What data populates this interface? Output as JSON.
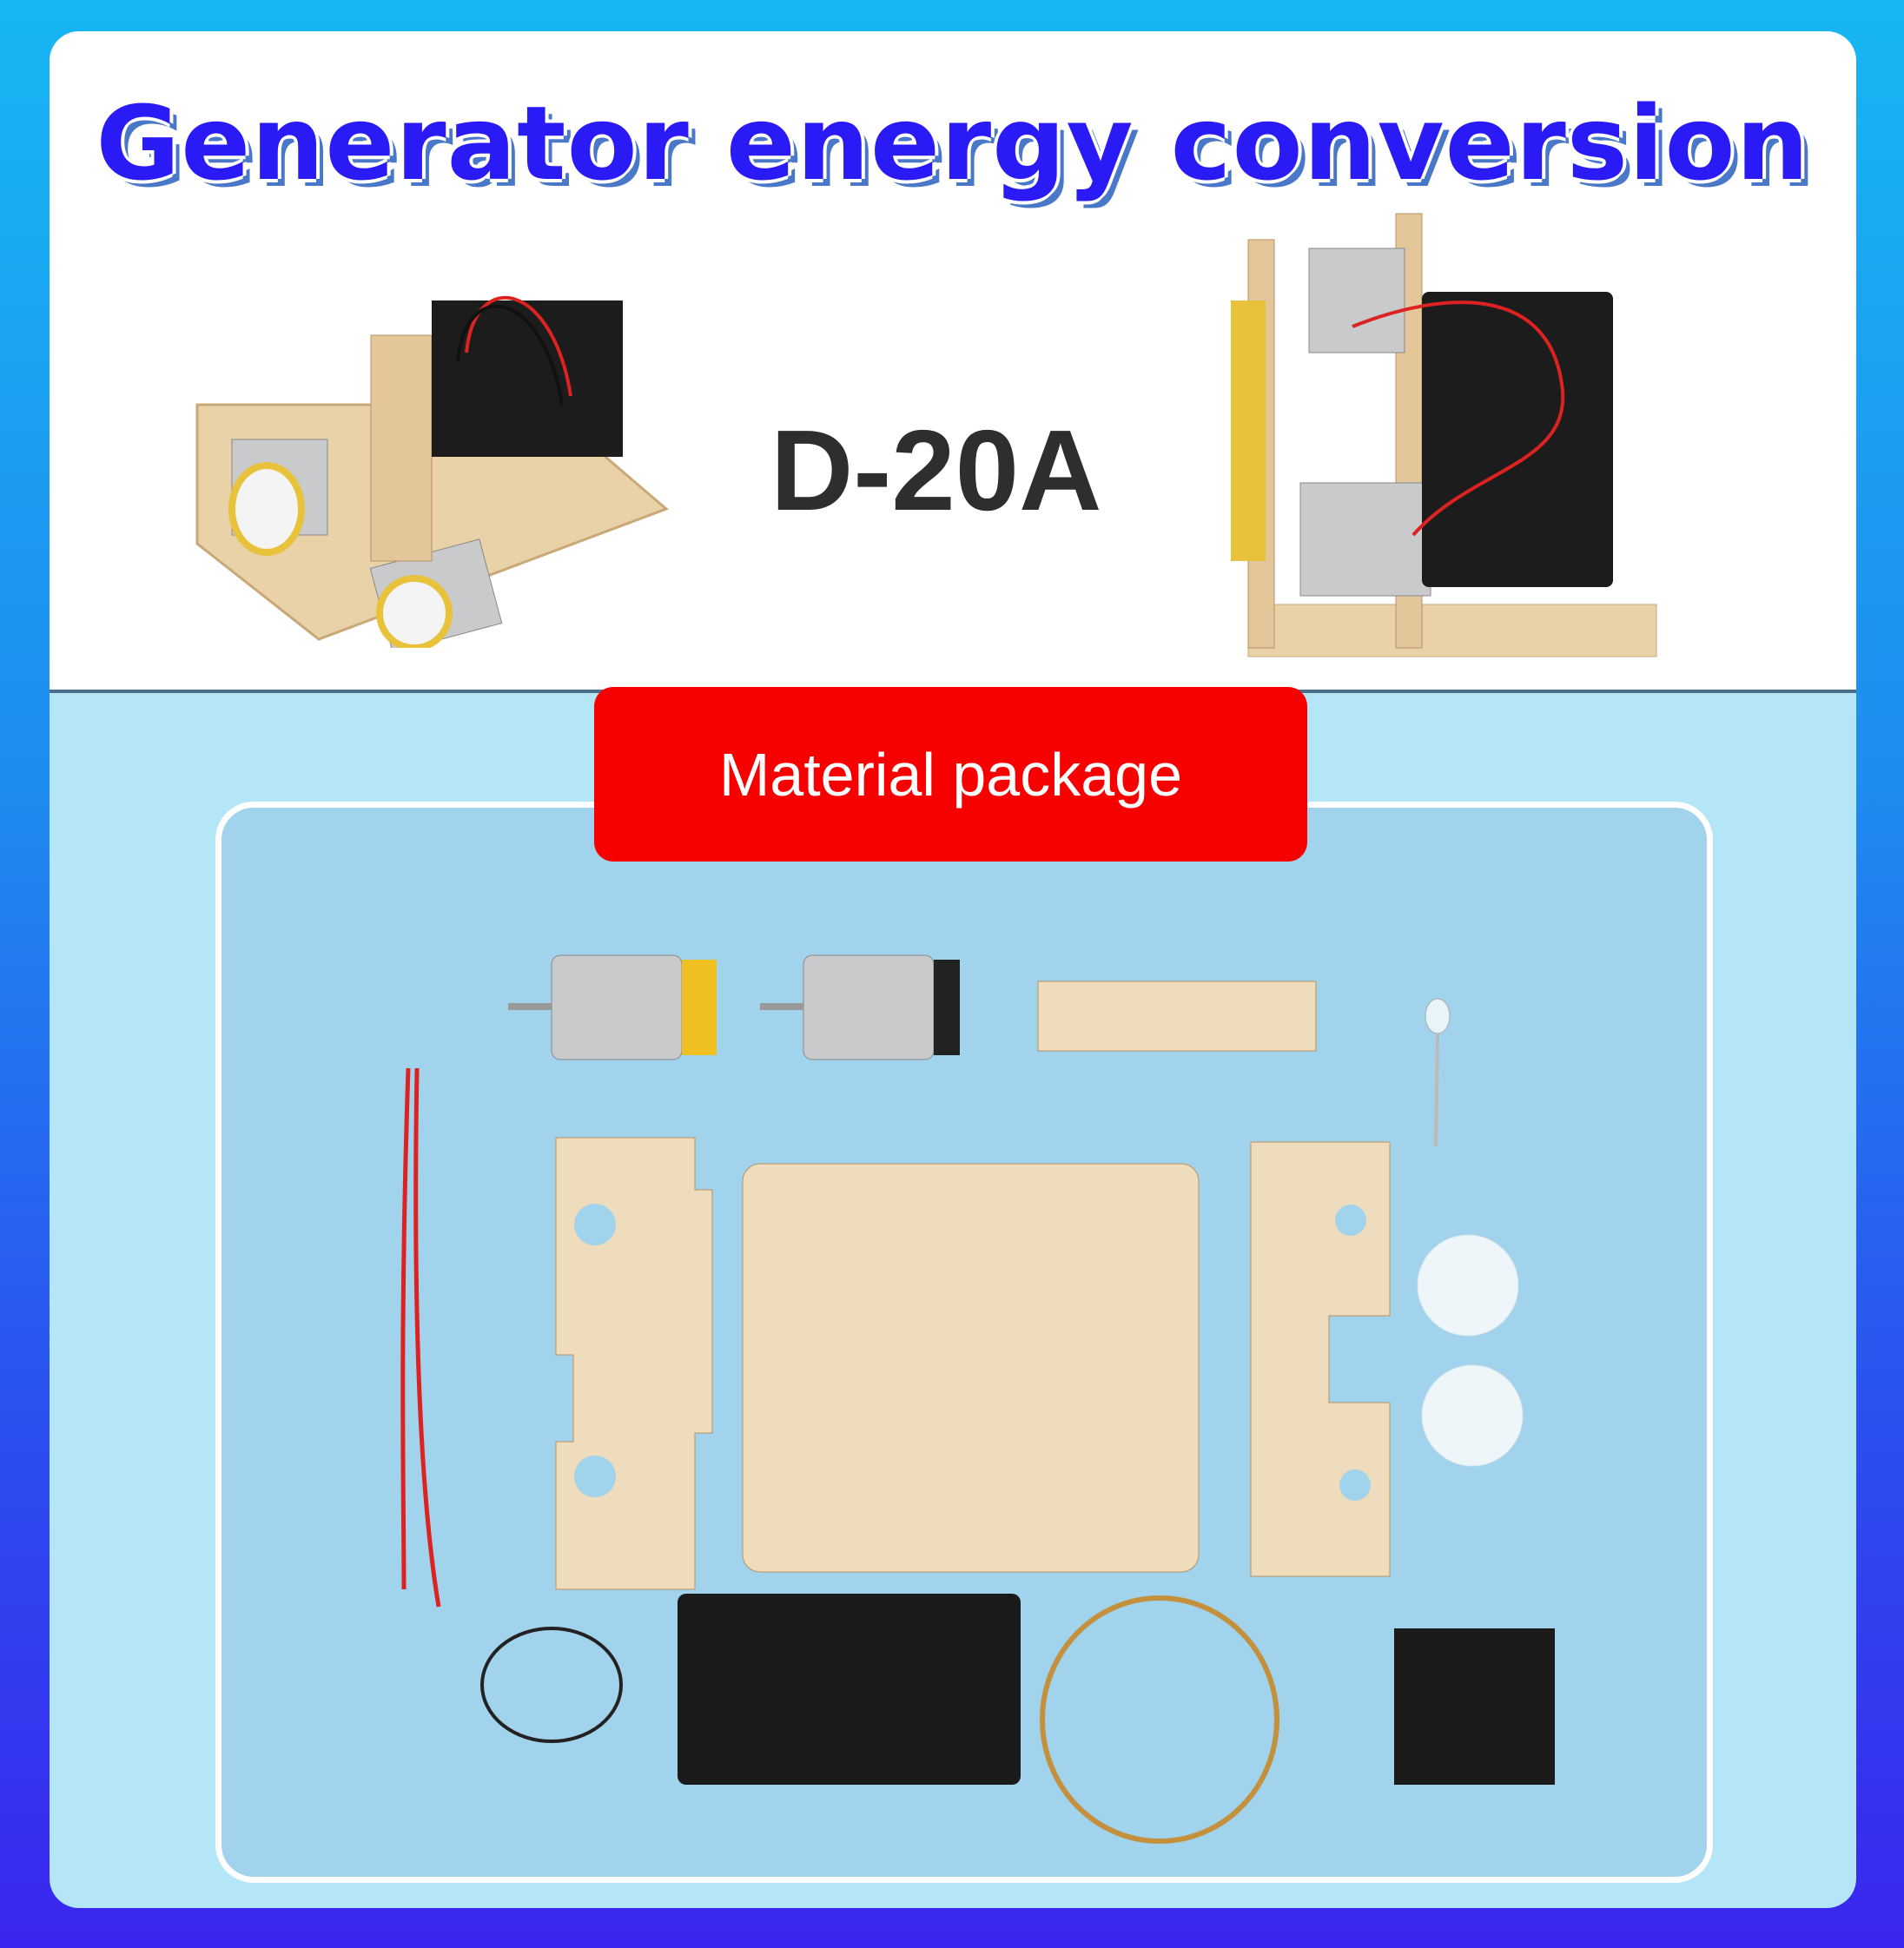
{
  "header": {
    "title": "Generator energy conversion",
    "model": "D-20A"
  },
  "section": {
    "label": "Material package"
  },
  "colors": {
    "title": "#2a1af5",
    "button": "#f70000",
    "panel": "#a2d3ec"
  }
}
